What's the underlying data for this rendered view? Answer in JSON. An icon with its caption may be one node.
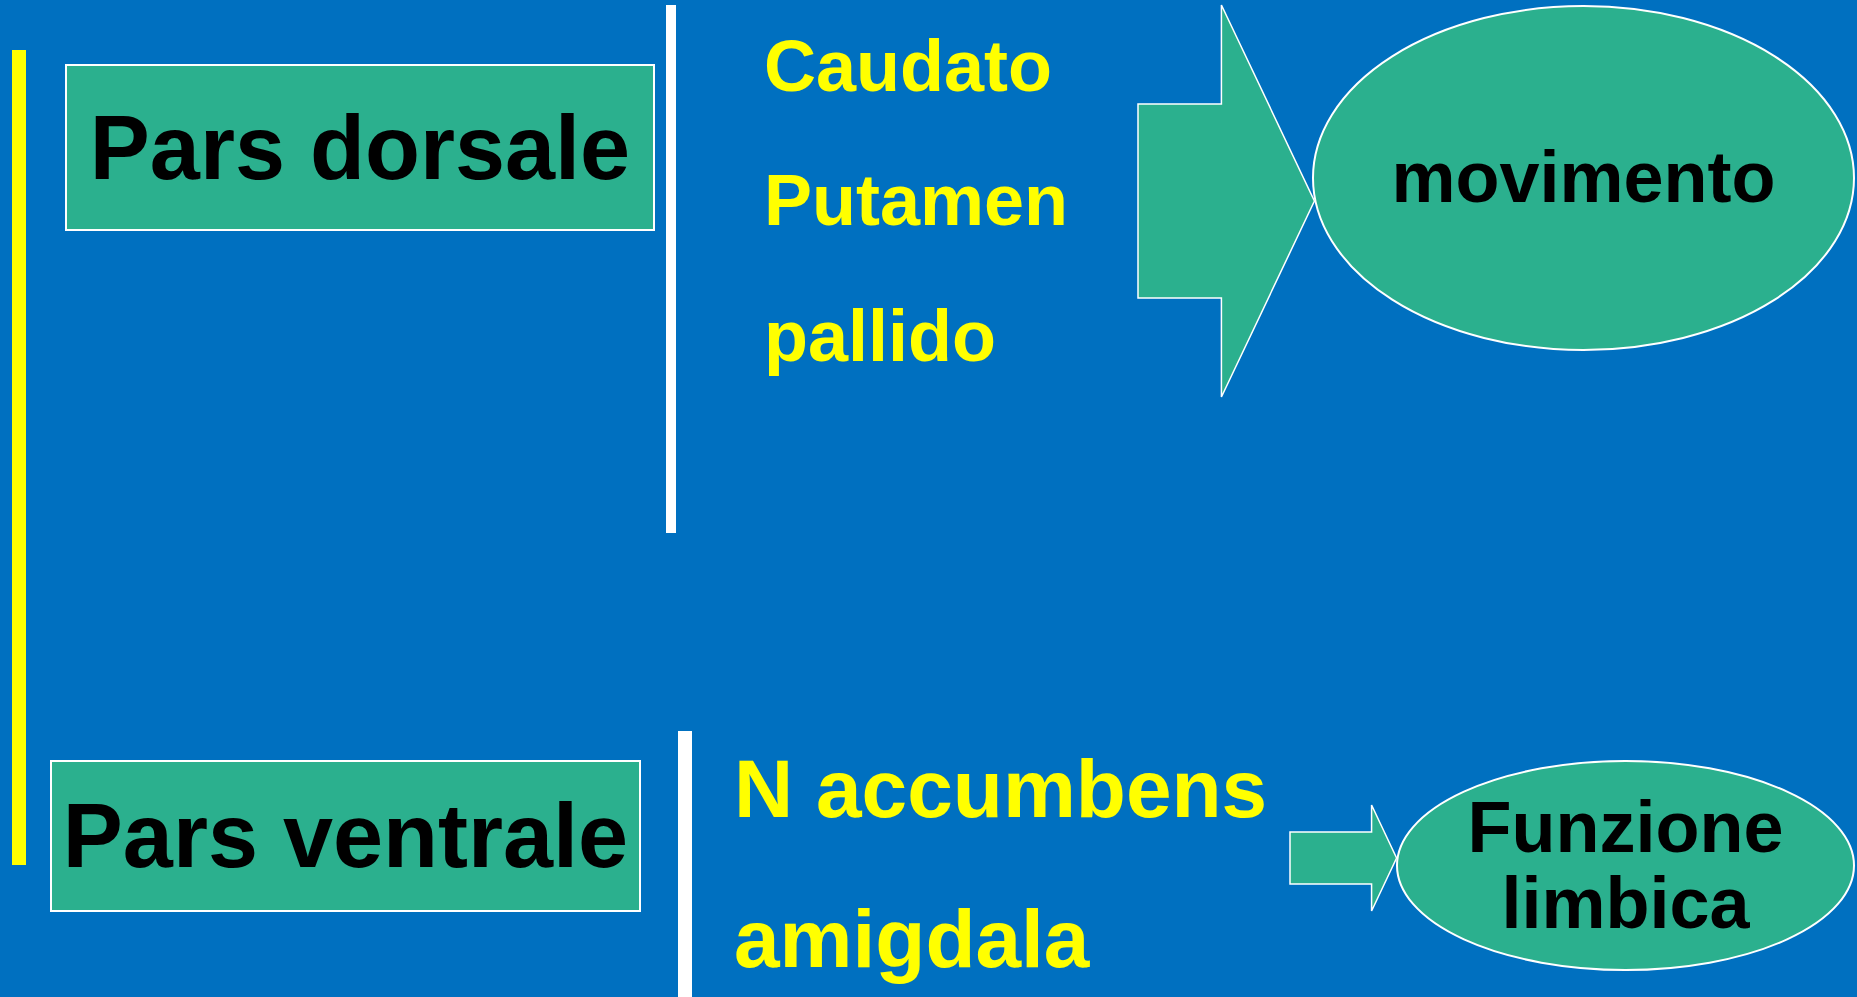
{
  "diagram": {
    "nodes": [
      {
        "text": [
          "Pars dorsale"
        ]
      },
      {
        "text": [
          "Caudato",
          "Putamen",
          "pallido"
        ]
      },
      {
        "text": [
          "movimento"
        ]
      },
      {
        "text": [
          "Pars ventrale"
        ]
      },
      {
        "text": [
          "N accumbens",
          "amigdala"
        ]
      },
      {
        "text": [
          "Funzione limbica"
        ]
      },
      {
        "text": [],
        "shape": "bar"
      },
      {
        "text": [],
        "shape": "bar"
      },
      {
        "text": [],
        "shape": "bar"
      }
    ],
    "edges": [
      {
        "from": 1,
        "to": 2,
        "arrow": "to",
        "style": "thick"
      },
      {
        "from": 4,
        "to": 5,
        "arrow": "to",
        "style": "thick"
      }
    ]
  }
}
